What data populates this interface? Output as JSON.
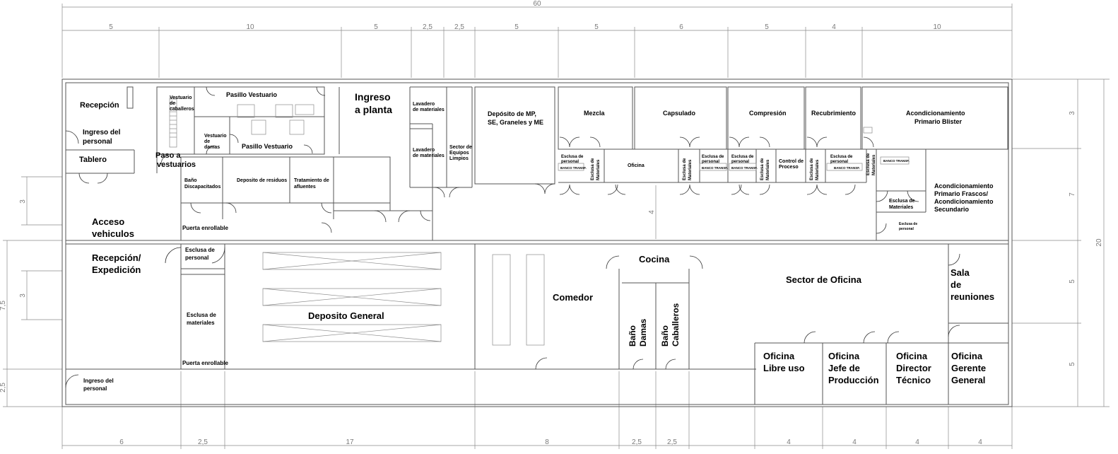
{
  "dimensions": {
    "overall_width": "60",
    "overall_height": "20",
    "top": [
      "5",
      "10",
      "5",
      "2,5",
      "2,5",
      "5",
      "5",
      "6",
      "5",
      "4",
      "10"
    ],
    "bottom": [
      "6",
      "2,5",
      "17",
      "8",
      "2,5",
      "2,5",
      "4",
      "4",
      "4",
      "4"
    ],
    "right": [
      "3",
      "7",
      "5",
      "5"
    ],
    "center": "4",
    "left_upper": [
      "3"
    ],
    "left_lower": [
      "7,5",
      "3",
      "2,5"
    ]
  },
  "rooms": {
    "recepcion": "Recepción",
    "ingreso_personal_top": [
      "Ingreso del",
      "personal"
    ],
    "tablero": "Tablero",
    "paso_vestuarios": [
      "Paso a",
      "vestuarios"
    ],
    "vestuario_caballeros": [
      "Vestuario",
      "de",
      "caballeros"
    ],
    "pasillo_vestuario_top": "Pasillo Vestuario",
    "vestuario_damas": [
      "Vestuario",
      "de",
      "damas"
    ],
    "pasillo_vestuario_mid": "Pasillo Vestuario",
    "ingreso_planta": [
      "Ingreso",
      "a planta"
    ],
    "lavadero_top": [
      "Lavadero",
      "de materiales"
    ],
    "lavadero_bottom": [
      "Lavadero",
      "de materiales"
    ],
    "sector_equipos": [
      "Sector de",
      "Equipos",
      "Limpios"
    ],
    "deposito_mp": [
      "Depósito de MP,",
      "SE, Graneles y ME"
    ],
    "mezcla": "Mezcla",
    "capsulado": "Capsulado",
    "compresion": "Compresión",
    "recubrimiento": "Recubrimiento",
    "acond_primario_blister": [
      "Acondicionamiento",
      "Primario Blister"
    ],
    "acond_frascos": [
      "Acondicionamiento",
      "Primario Frascos/",
      "Acondicionamiento",
      "Secundario"
    ],
    "oficina_top": "Oficina",
    "control_proceso": [
      "Control de",
      "Proceso"
    ],
    "esclusa_personal": [
      "Esclusa de",
      "personal"
    ],
    "esclusa_materiales_v": [
      "Esclusa de",
      "Materiales"
    ],
    "banco_transf": "BANCO TRANSF.",
    "bano_discapacitados": [
      "Baño",
      "Discapacitados"
    ],
    "deposito_residuos": "Deposito de residuos",
    "tratamiento_afluentes": [
      "Tratamiento de",
      "afluentes"
    ],
    "acceso_vehiculos": [
      "Acceso",
      "vehiculos"
    ],
    "recepcion_expedicion": [
      "Recepción/",
      "Expedición"
    ],
    "puerta_enrollable_1": "Puerta enrollable",
    "esclusa_personal_low": [
      "Esclusa de",
      "personal"
    ],
    "esclusa_materiales_low": [
      "Esclusa de",
      "materiales"
    ],
    "puerta_enrollable_2": "Puerta enrollable",
    "ingreso_personal_bottom": [
      "Ingreso del",
      "personal"
    ],
    "deposito_general": "Deposito General",
    "comedor": "Comedor",
    "cocina": "Cocina",
    "bano_damas": [
      "Baño",
      "Damas"
    ],
    "bano_caballeros": [
      "Baño",
      "Caballeros"
    ],
    "sector_oficina": "Sector de Oficina",
    "sala_reuniones": [
      "Sala",
      "de",
      "reuniones"
    ],
    "oficina_libre": [
      "Oficina",
      "Libre uso"
    ],
    "oficina_jefe": [
      "Oficina",
      "Jefe de",
      "Producción"
    ],
    "oficina_director": [
      "Oficina",
      "Director",
      "Técnico"
    ],
    "oficina_gerente": [
      "Oficina",
      "Gerente",
      "General"
    ],
    "esclusa_materiales_right": [
      "Esclusa de",
      "Materiales"
    ],
    "esclusa_personal_right": [
      "Esclusa de",
      "personal"
    ]
  }
}
